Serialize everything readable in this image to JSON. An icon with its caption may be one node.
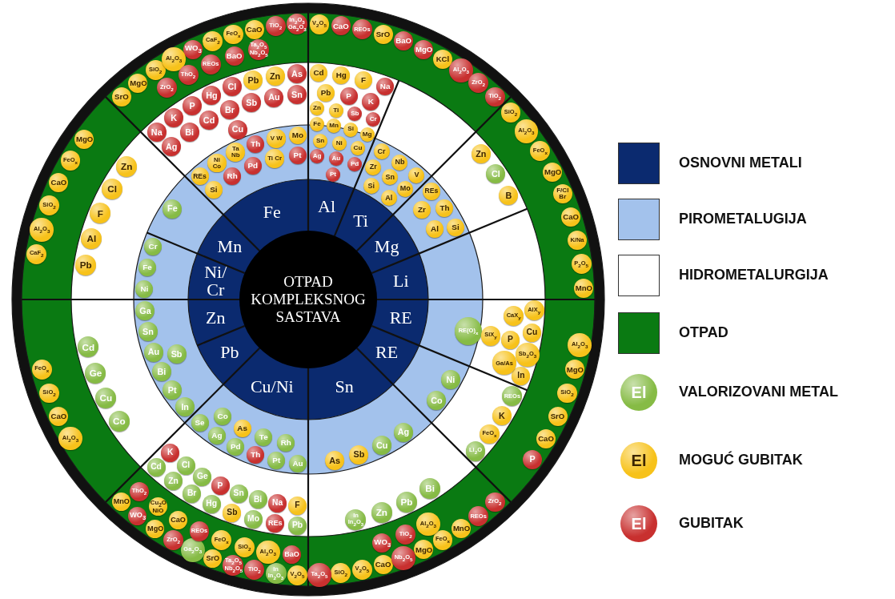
{
  "diagram": {
    "nodes": [
      {
        "text": [
          "OTPAD KOMPLEKSNOG SASTAVA"
        ]
      },
      {
        "text": [
          "Fe"
        ]
      },
      {
        "text": [
          "Al"
        ]
      },
      {
        "text": [
          "Ti"
        ]
      },
      {
        "text": [
          "Mg"
        ]
      },
      {
        "text": [
          "Li"
        ]
      },
      {
        "text": [
          "RE"
        ]
      },
      {
        "text": [
          "RE"
        ]
      },
      {
        "text": [
          "Sn"
        ]
      },
      {
        "text": [
          "Cu/Ni"
        ]
      },
      {
        "text": [
          "Pb"
        ]
      },
      {
        "text": [
          "Zn"
        ]
      },
      {
        "text": [
          "Ni/ Cr"
        ]
      },
      {
        "text": [
          "Mn"
        ]
      },
      {
        "text": [
          "SrO"
        ]
      },
      {
        "text": [
          "MgO"
        ]
      },
      {
        "text": [
          "SiO$_{2}$"
        ]
      },
      {
        "text": [
          "Al$_{2}$O$_{3}$"
        ]
      },
      {
        "text": [
          "WO$_{3}$"
        ]
      },
      {
        "text": [
          "CaF$_{2}$"
        ]
      },
      {
        "text": [
          "FeO$_{x}$"
        ]
      },
      {
        "text": [
          "CaO"
        ]
      },
      {
        "text": [
          "TiO$_{2}$"
        ]
      },
      {
        "text": [
          "In$_{2}$O$_{3}$ Ga$_{2}$O$_{3}$"
        ]
      },
      {
        "text": [
          "ZrO$_{2}$"
        ]
      },
      {
        "text": [
          "ThO$_{2}$"
        ]
      },
      {
        "text": [
          "REOs"
        ]
      },
      {
        "text": [
          "BaO"
        ]
      },
      {
        "text": [
          "Ta$_{2}$O$_{5}$ Nb$_{2}$O$_{5}$"
        ]
      },
      {
        "text": [
          "Na"
        ]
      },
      {
        "text": [
          "K"
        ]
      },
      {
        "text": [
          "P"
        ]
      },
      {
        "text": [
          "Hg"
        ]
      },
      {
        "text": [
          "Cl"
        ]
      },
      {
        "text": [
          "Pb"
        ]
      },
      {
        "text": [
          "Zn"
        ]
      },
      {
        "text": [
          "As"
        ]
      },
      {
        "text": [
          "Ag"
        ]
      },
      {
        "text": [
          "Bi"
        ]
      },
      {
        "text": [
          "Cd"
        ]
      },
      {
        "text": [
          "Br"
        ]
      },
      {
        "text": [
          "Sb"
        ]
      },
      {
        "text": [
          "Au"
        ]
      },
      {
        "text": [
          "Sn"
        ]
      },
      {
        "text": [
          "Cu"
        ]
      },
      {
        "text": [
          "REs"
        ]
      },
      {
        "text": [
          "Ni Co"
        ]
      },
      {
        "text": [
          "Ta Nb"
        ]
      },
      {
        "text": [
          "Th"
        ]
      },
      {
        "text": [
          "V W"
        ]
      },
      {
        "text": [
          "Mo"
        ]
      },
      {
        "text": [
          "Si"
        ]
      },
      {
        "text": [
          "Rh"
        ]
      },
      {
        "text": [
          "Pd"
        ]
      },
      {
        "text": [
          "Ti Cr"
        ]
      },
      {
        "text": [
          "Pt"
        ]
      },
      {
        "text": [
          "V$_{2}$O$_{5}$"
        ]
      },
      {
        "text": [
          "CaO"
        ]
      },
      {
        "text": [
          "REOs"
        ]
      },
      {
        "text": [
          "SrO"
        ]
      },
      {
        "text": [
          "BaO"
        ]
      },
      {
        "text": [
          "MgO"
        ]
      },
      {
        "text": [
          "KCl"
        ]
      },
      {
        "text": [
          "Al$_{2}$O$_{3}$"
        ]
      },
      {
        "text": [
          "ZrO$_{2}$"
        ]
      },
      {
        "text": [
          "TiO$_{2}$"
        ]
      },
      {
        "text": [
          "Cd"
        ]
      },
      {
        "text": [
          "Hg"
        ]
      },
      {
        "text": [
          "F"
        ]
      },
      {
        "text": [
          "Na"
        ]
      },
      {
        "text": [
          "Pb"
        ]
      },
      {
        "text": [
          "P"
        ]
      },
      {
        "text": [
          "K"
        ]
      },
      {
        "text": [
          "Zn"
        ]
      },
      {
        "text": [
          "Ti"
        ]
      },
      {
        "text": [
          "Sb"
        ]
      },
      {
        "text": [
          "Cr"
        ]
      },
      {
        "text": [
          "Fe"
        ]
      },
      {
        "text": [
          "Mn"
        ]
      },
      {
        "text": [
          "Si"
        ]
      },
      {
        "text": [
          "Mg"
        ]
      },
      {
        "text": [
          "Sn"
        ]
      },
      {
        "text": [
          "Ni"
        ]
      },
      {
        "text": [
          "Cu"
        ]
      },
      {
        "text": [
          "Ag"
        ]
      },
      {
        "text": [
          "Au"
        ]
      },
      {
        "text": [
          "Pd"
        ]
      },
      {
        "text": [
          "Pt"
        ]
      },
      {
        "text": [
          "Cr"
        ]
      },
      {
        "text": [
          "Nb"
        ]
      },
      {
        "text": [
          "V"
        ]
      },
      {
        "text": [
          "Zr"
        ]
      },
      {
        "text": [
          "Sn"
        ]
      },
      {
        "text": [
          "Mo"
        ]
      },
      {
        "text": [
          "Si"
        ]
      },
      {
        "text": [
          "Al"
        ]
      },
      {
        "text": [
          "Zn"
        ]
      },
      {
        "text": [
          "Cl"
        ]
      },
      {
        "text": [
          "B"
        ]
      },
      {
        "text": [
          "REs"
        ]
      },
      {
        "text": [
          "Th"
        ]
      },
      {
        "text": [
          "Si"
        ]
      },
      {
        "text": [
          "Zr"
        ]
      },
      {
        "text": [
          "Al"
        ]
      },
      {
        "text": [
          "SiO$_{2}$"
        ]
      },
      {
        "text": [
          "Al$_{2}$O$_{3}$"
        ]
      },
      {
        "text": [
          "FeO$_{x}$"
        ]
      },
      {
        "text": [
          "MgO"
        ]
      },
      {
        "text": [
          "F/Cl Br"
        ]
      },
      {
        "text": [
          "CaO"
        ]
      },
      {
        "text": [
          "K/Na"
        ]
      },
      {
        "text": [
          "P$_{2}$O$_{5}$"
        ]
      },
      {
        "text": [
          "MnO"
        ]
      },
      {
        "text": [
          "RE(O)$_{x}$"
        ]
      },
      {
        "text": [
          "AlX$_{y}$"
        ]
      },
      {
        "text": [
          "Cu"
        ]
      },
      {
        "text": [
          "Sb$_{2}$O$_{3}$"
        ]
      },
      {
        "text": [
          "In"
        ]
      },
      {
        "text": [
          "CaX$_{y}$"
        ]
      },
      {
        "text": [
          "P"
        ]
      },
      {
        "text": [
          "Ga/As"
        ]
      },
      {
        "text": [
          "SiX$_{y}$"
        ]
      },
      {
        "text": [
          "Al$_{2}$O$_{3}$"
        ]
      },
      {
        "text": [
          "MgO"
        ]
      },
      {
        "text": [
          "SiO$_{2}$"
        ]
      },
      {
        "text": [
          "SrO"
        ]
      },
      {
        "text": [
          "CaO"
        ]
      },
      {
        "text": [
          "P"
        ]
      },
      {
        "text": [
          "Ni"
        ]
      },
      {
        "text": [
          "Co"
        ]
      },
      {
        "text": [
          "REOs"
        ]
      },
      {
        "text": [
          "K"
        ]
      },
      {
        "text": [
          "FeO$_{x}$"
        ]
      },
      {
        "text": [
          "Li$_{2}$O"
        ]
      },
      {
        "text": [
          "Ag"
        ]
      },
      {
        "text": [
          "Cu"
        ]
      },
      {
        "text": [
          "Sb"
        ]
      },
      {
        "text": [
          "As"
        ]
      },
      {
        "text": [
          "Bi"
        ]
      },
      {
        "text": [
          "Pb"
        ]
      },
      {
        "text": [
          "Zn"
        ]
      },
      {
        "text": [
          "In In$_{2}$O$_{3}$"
        ]
      },
      {
        "text": [
          "ZrO$_{2}$"
        ]
      },
      {
        "text": [
          "REOs"
        ]
      },
      {
        "text": [
          "MnO"
        ]
      },
      {
        "text": [
          "FeO$_{x}$"
        ]
      },
      {
        "text": [
          "MgO"
        ]
      },
      {
        "text": [
          "Nb$_{2}$O$_{5}$"
        ]
      },
      {
        "text": [
          "CaO"
        ]
      },
      {
        "text": [
          "V$_{2}$O$_{5}$"
        ]
      },
      {
        "text": [
          "SiO$_{2}$"
        ]
      },
      {
        "text": [
          "Ta$_{2}$O$_{5}$"
        ]
      },
      {
        "text": [
          "Al$_{2}$O$_{3}$"
        ]
      },
      {
        "text": [
          "TiO$_{2}$"
        ]
      },
      {
        "text": [
          "WO$_{3}$"
        ]
      },
      {
        "text": [
          "Au"
        ]
      },
      {
        "text": [
          "Pt"
        ]
      },
      {
        "text": [
          "Th"
        ]
      },
      {
        "text": [
          "Pd"
        ]
      },
      {
        "text": [
          "Ag"
        ]
      },
      {
        "text": [
          "Se"
        ]
      },
      {
        "text": [
          "Rh"
        ]
      },
      {
        "text": [
          "Te"
        ]
      },
      {
        "text": [
          "As"
        ]
      },
      {
        "text": [
          "Co"
        ]
      },
      {
        "text": [
          "Pb"
        ]
      },
      {
        "text": [
          "REs"
        ]
      },
      {
        "text": [
          "Mo"
        ]
      },
      {
        "text": [
          "Sb"
        ]
      },
      {
        "text": [
          "Hg"
        ]
      },
      {
        "text": [
          "Br"
        ]
      },
      {
        "text": [
          "Zn"
        ]
      },
      {
        "text": [
          "Cd"
        ]
      },
      {
        "text": [
          "F"
        ]
      },
      {
        "text": [
          "Na"
        ]
      },
      {
        "text": [
          "Bi"
        ]
      },
      {
        "text": [
          "Sn"
        ]
      },
      {
        "text": [
          "P"
        ]
      },
      {
        "text": [
          "Ge"
        ]
      },
      {
        "text": [
          "Cl"
        ]
      },
      {
        "text": [
          "K"
        ]
      },
      {
        "text": [
          "V$_{2}$O$_{5}$"
        ]
      },
      {
        "text": [
          "In In$_{2}$O$_{3}$"
        ]
      },
      {
        "text": [
          "TiO$_{2}$"
        ]
      },
      {
        "text": [
          "Ta$_{2}$O$_{5}$ Nb$_{2}$O$_{5}$"
        ]
      },
      {
        "text": [
          "SrO"
        ]
      },
      {
        "text": [
          "Ga$_{2}$O$_{3}$"
        ]
      },
      {
        "text": [
          "ZrO$_{2}$"
        ]
      },
      {
        "text": [
          "MgO"
        ]
      },
      {
        "text": [
          "WO$_{3}$"
        ]
      },
      {
        "text": [
          "MnO"
        ]
      },
      {
        "text": [
          "BaO"
        ]
      },
      {
        "text": [
          "Al$_{2}$O$_{3}$"
        ]
      },
      {
        "text": [
          "SiO$_{2}$"
        ]
      },
      {
        "text": [
          "FeO$_{x}$"
        ]
      },
      {
        "text": [
          "REOs"
        ]
      },
      {
        "text": [
          "CaO"
        ]
      },
      {
        "text": [
          "Cu$_{2}$O NiO"
        ]
      },
      {
        "text": [
          "ThO$_{2}$"
        ]
      },
      {
        "text": [
          "In"
        ]
      },
      {
        "text": [
          "Pt"
        ]
      },
      {
        "text": [
          "Bi"
        ]
      },
      {
        "text": [
          "Au"
        ]
      },
      {
        "text": [
          "Sn"
        ]
      },
      {
        "text": [
          "Ga"
        ]
      },
      {
        "text": [
          "Sb"
        ]
      },
      {
        "text": [
          "Co"
        ]
      },
      {
        "text": [
          "Cu"
        ]
      },
      {
        "text": [
          "Ge"
        ]
      },
      {
        "text": [
          "Cd"
        ]
      },
      {
        "text": [
          "Al$_{2}$O$_{3}$"
        ]
      },
      {
        "text": [
          "CaO"
        ]
      },
      {
        "text": [
          "SiO$_{2}$"
        ]
      },
      {
        "text": [
          "FeO$_{x}$"
        ]
      },
      {
        "text": [
          "CaF$_{2}$"
        ]
      },
      {
        "text": [
          "Al$_{2}$O$_{3}$"
        ]
      },
      {
        "text": [
          "SiO$_{2}$"
        ]
      },
      {
        "text": [
          "CaO"
        ]
      },
      {
        "text": [
          "FeO$_{x}$"
        ]
      },
      {
        "text": [
          "MgO"
        ]
      },
      {
        "text": [
          "Pb"
        ]
      },
      {
        "text": [
          "Al"
        ]
      },
      {
        "text": [
          "F"
        ]
      },
      {
        "text": [
          "Cl"
        ]
      },
      {
        "text": [
          "Zn"
        ]
      },
      {
        "text": [
          "Fe"
        ]
      },
      {
        "text": [
          "Ni"
        ]
      },
      {
        "text": [
          "Fe"
        ]
      },
      {
        "text": [
          "Cr"
        ]
      }
    ],
    "edges": [],
    "labels": [
      "El",
      "El",
      "El"
    ],
    "legend": [
      {
        "text": "OSNOVNI METALI",
        "color": "#0b2a6f"
      },
      {
        "text": "PIROMETALUGIJA",
        "color": "#a3c2ec"
      },
      {
        "text": "HIDROMETALURGIJA",
        "color": "#ffffff"
      },
      {
        "text": "OTPAD",
        "color": "#0a7a12"
      },
      {
        "text": "VALORIZOVANI METAL",
        "color": "#86bb45"
      },
      {
        "text": "MOGUĆ GUBITAK",
        "color": "#f7c21a"
      },
      {
        "text": "GUBITAK",
        "color": "#c8302f"
      }
    ]
  }
}
